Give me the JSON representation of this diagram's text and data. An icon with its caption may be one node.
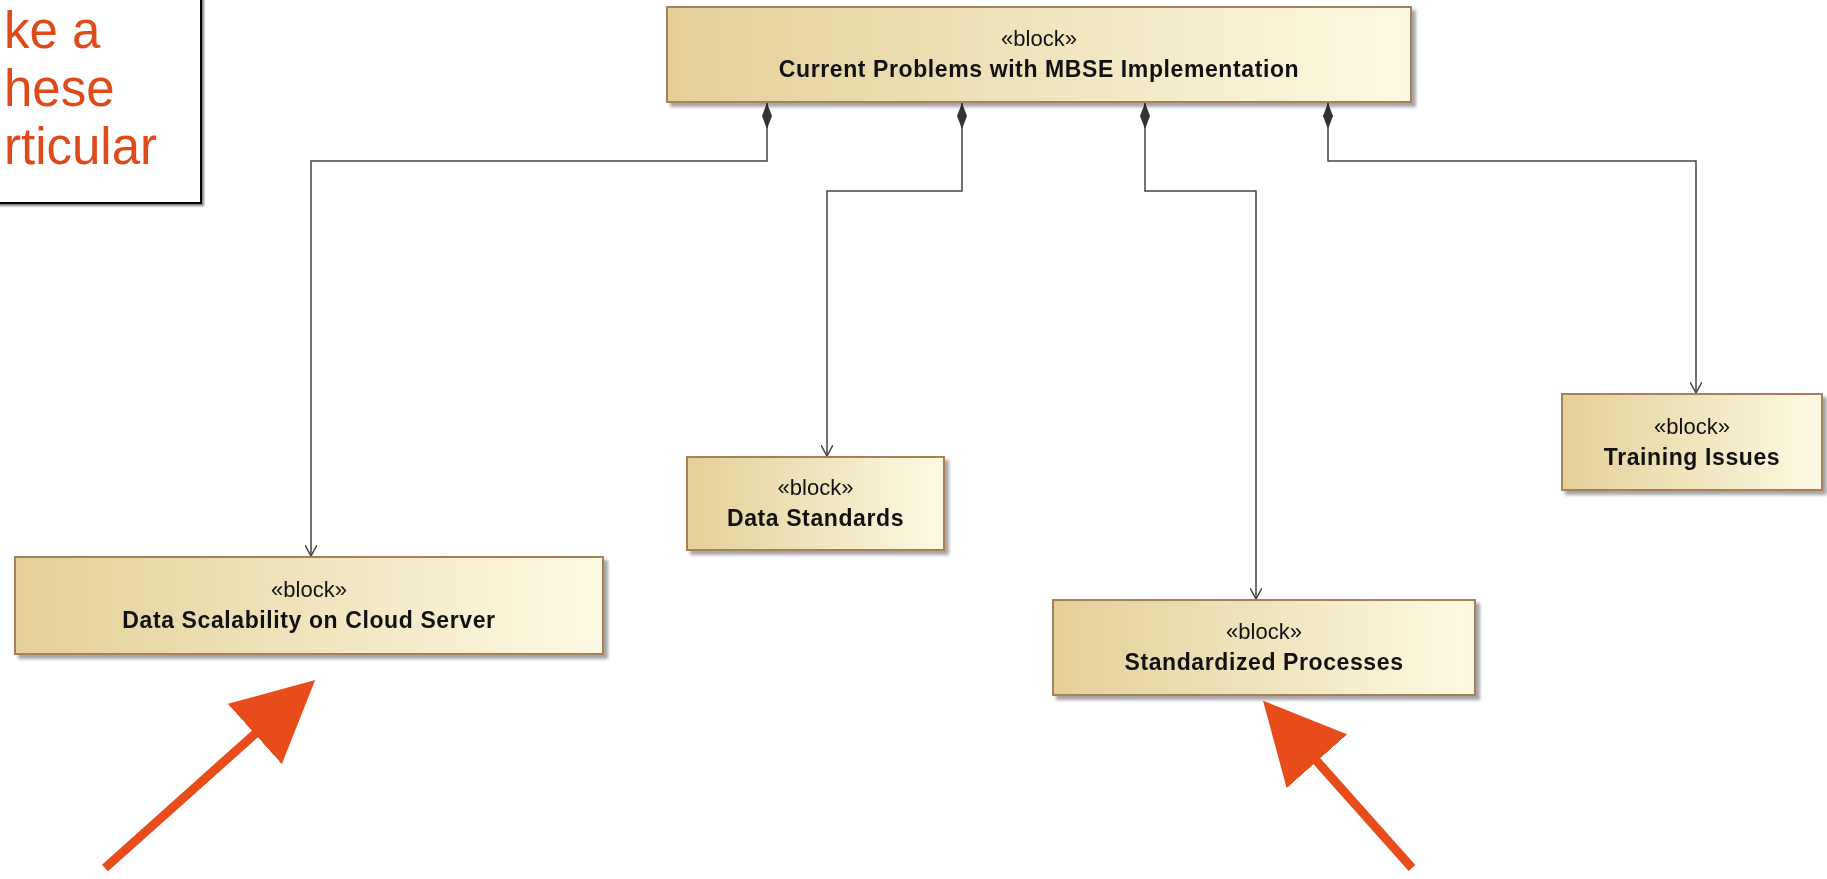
{
  "diagram": {
    "nodes": [
      {
        "text": [
          "ke a hese rticular"
        ]
      },
      {
        "text": [
          "«block»",
          "Current Problems with MBSE Implementation"
        ]
      },
      {
        "text": [
          "«block»",
          "Data Scalability on Cloud Server"
        ]
      },
      {
        "text": [
          "«block»",
          "Data Standards"
        ]
      },
      {
        "text": [
          "«block»",
          "Standardized Processes"
        ]
      },
      {
        "text": [
          "«block»",
          "Training Issues"
        ]
      }
    ],
    "edges": [
      {
        "from": 1,
        "to": 2,
        "arrow": "to"
      },
      {
        "from": 1,
        "to": 3,
        "arrow": "to"
      },
      {
        "from": 1,
        "to": 4,
        "arrow": "to"
      },
      {
        "from": 1,
        "to": 5,
        "arrow": "to"
      },
      {
        "from": null,
        "to": 2,
        "arrow": "to",
        "style": "thick",
        "color": "#e84c1a"
      },
      {
        "from": null,
        "to": 4,
        "arrow": "to",
        "style": "thick",
        "color": "#e84c1a"
      }
    ]
  }
}
